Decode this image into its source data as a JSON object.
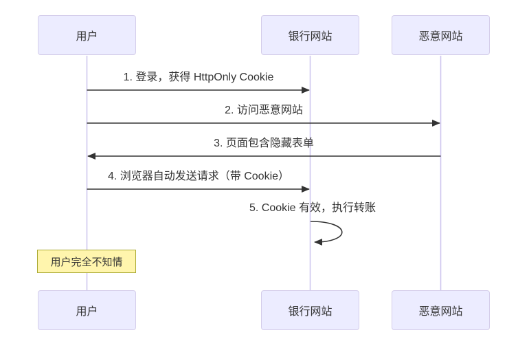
{
  "diagram": {
    "type": "sequence-diagram",
    "actors": [
      {
        "id": "user",
        "label": "用户"
      },
      {
        "id": "bank",
        "label": "银行网站"
      },
      {
        "id": "evil",
        "label": "恶意网站"
      }
    ],
    "messages": [
      {
        "text": "1. 登录，获得 HttpOnly Cookie",
        "from": "用户",
        "to": "银行网站",
        "style": "solid-arrow-right"
      },
      {
        "text": "2. 访问恶意网站",
        "from": "用户",
        "to": "恶意网站",
        "style": "solid-arrow-right"
      },
      {
        "text": "3. 页面包含隐藏表单",
        "from": "恶意网站",
        "to": "用户",
        "style": "solid-arrow-left"
      },
      {
        "text": "4. 浏览器自动发送请求（带 Cookie）",
        "from": "用户",
        "to": "银行网站",
        "style": "solid-arrow-right"
      },
      {
        "text": "5. Cookie 有效，执行转账",
        "from": "银行网站",
        "to": "银行网站",
        "style": "self-loop"
      }
    ],
    "note": {
      "text": "用户完全不知情",
      "position": "over 用户"
    },
    "colors": {
      "background": "#FFFFFF",
      "actor_fill": "#ECECFF",
      "actor_border": "#D4CDEA",
      "lifeline": "#CFC6EE",
      "note_fill": "#FFF5AD",
      "note_border": "#AAAA33",
      "arrow_line": "#333333",
      "text": "#333333"
    }
  }
}
